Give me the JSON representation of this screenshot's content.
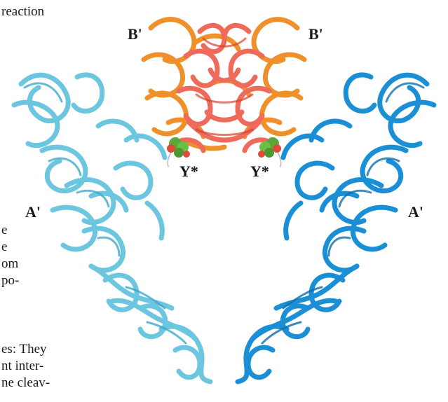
{
  "text_fragments": [
    "reaction",
    "e",
    "e",
    "om",
    "po-",
    "es: They",
    "nt inter-",
    "ne cleav-"
  ],
  "labels": {
    "b_left": "B'",
    "b_right": "B'",
    "a_left": "A'",
    "a_right": "A'",
    "y_left": "Y*",
    "y_right": "Y*"
  },
  "colors": {
    "subunit_a_left": "#6dc6e0",
    "subunit_a_right": "#1a8fd6",
    "subunit_b_orange": "#f0902a",
    "subunit_b_salmon": "#ee6a5a",
    "tyrosine_site": "#5aa83a"
  }
}
